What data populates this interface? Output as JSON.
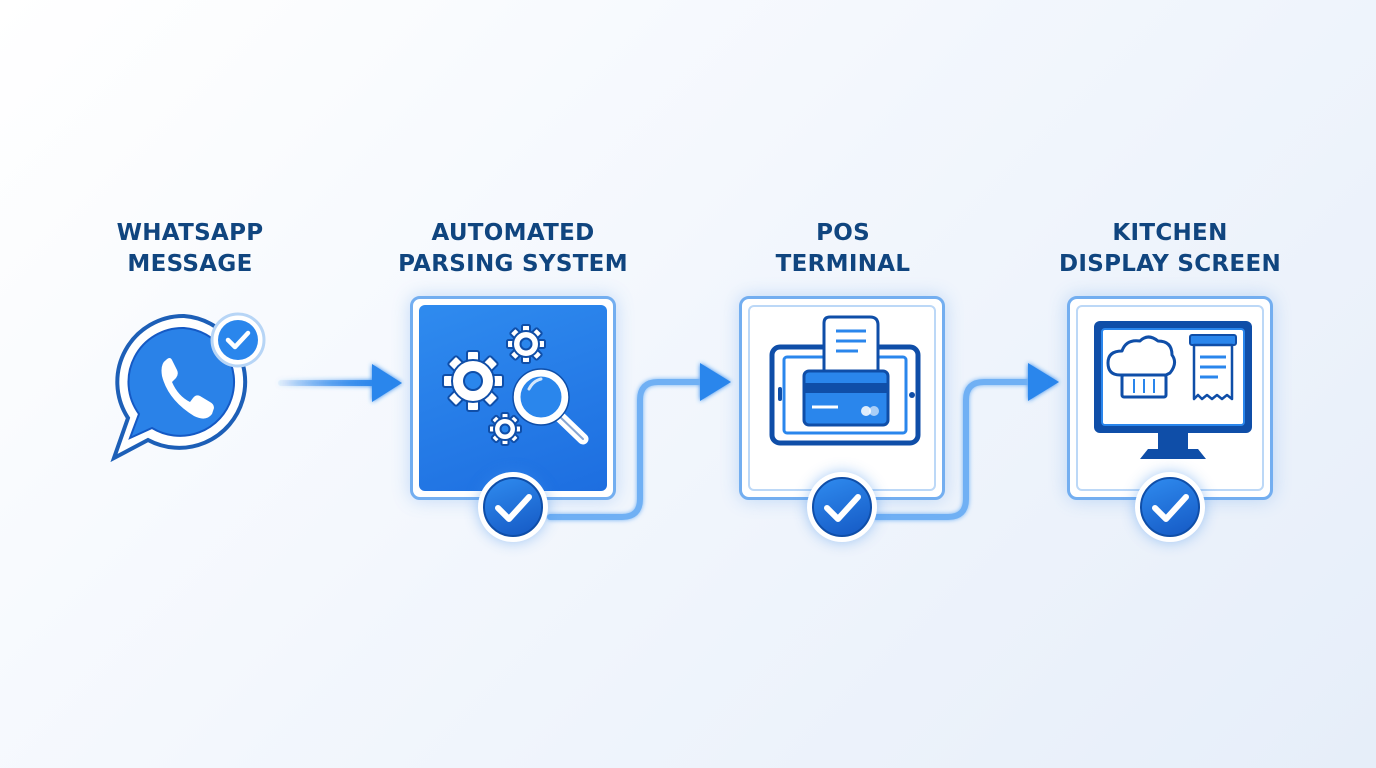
{
  "steps": [
    {
      "line1": "WHATSAPP",
      "line2": "MESSAGE",
      "icon": "whatsapp-icon",
      "status": "check-icon"
    },
    {
      "line1": "AUTOMATED",
      "line2": "PARSING SYSTEM",
      "icon": "gears-magnifier-icon",
      "status": "check-icon"
    },
    {
      "line1": "POS",
      "line2": "TERMINAL",
      "icon": "pos-terminal-icon",
      "status": "check-icon"
    },
    {
      "line1": "KITCHEN",
      "line2": "DISPLAY SCREEN",
      "icon": "kitchen-display-icon",
      "status": "check-icon"
    }
  ],
  "colors": {
    "title": "#10457f",
    "accent": "#2a86ec",
    "accent_dark": "#1559c4",
    "card_border": "#73aef0",
    "background": "#f3f7fd"
  }
}
